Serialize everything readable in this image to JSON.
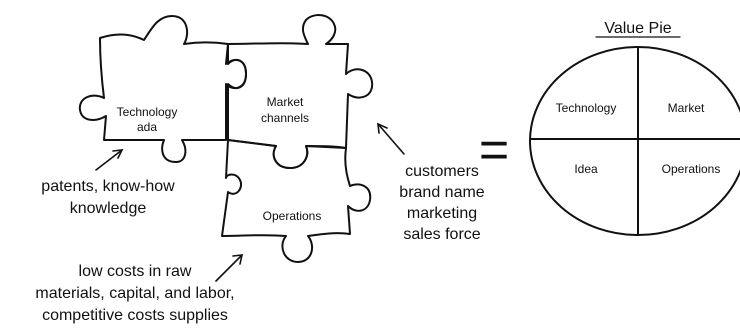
{
  "diagram": {
    "puzzle": {
      "technology": [
        "Technology",
        "ada"
      ],
      "market": [
        "Market",
        "channels"
      ],
      "operations": "Operations"
    },
    "annotations": {
      "technology_note": [
        "patents, know-how",
        "knowledge"
      ],
      "market_note": [
        "customers",
        "brand name",
        "marketing",
        "sales force"
      ],
      "operations_note": [
        "low costs in raw",
        "materials, capital, and labor,",
        "competitive costs supplies"
      ]
    },
    "equals_symbol": "=",
    "value_pie": {
      "title": "Value Pie",
      "quadrants": {
        "top_left": "Technology",
        "top_right": "Market",
        "bottom_left": "Idea",
        "bottom_right": "Operations"
      }
    }
  }
}
